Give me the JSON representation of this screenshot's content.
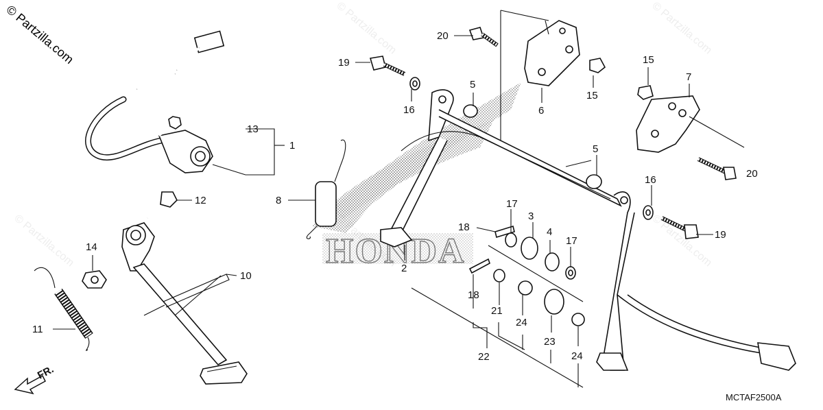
{
  "watermark": {
    "text": "© Partzilla.com",
    "faint_text": "© Partzilla.com"
  },
  "diagram_code": "MCTAF2500A",
  "direction_label": "FR.",
  "logo_text": "HONDA",
  "callouts": {
    "c1": "1",
    "c2": "2",
    "c3": "3",
    "c4": "4",
    "c5a": "5",
    "c5b": "5",
    "c6": "6",
    "c7": "7",
    "c8": "8",
    "c10": "10",
    "c11": "11",
    "c12": "12",
    "c13": "13",
    "c14": "14",
    "c15a": "15",
    "c15b": "15",
    "c16a": "16",
    "c16b": "16",
    "c17a": "17",
    "c17b": "17",
    "c18a": "18",
    "c18b": "18",
    "c19a": "19",
    "c19b": "19",
    "c20a": "20",
    "c20b": "20",
    "c21": "21",
    "c22": "22",
    "c23": "23",
    "c24a": "24",
    "c24b": "24"
  },
  "colors": {
    "line": "#111111",
    "watermark": "#d8d8d8",
    "logo_dots": "#9a9a9a"
  }
}
